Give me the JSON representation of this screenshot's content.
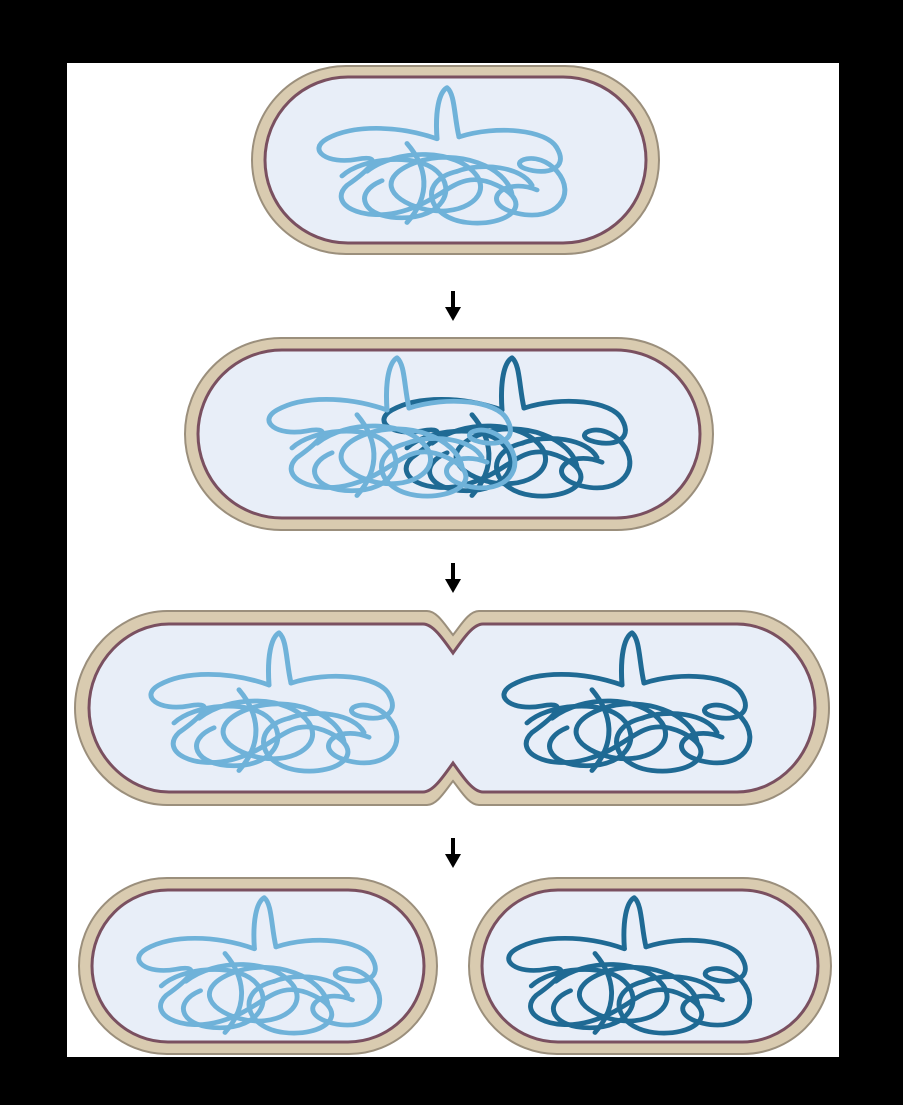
{
  "colors": {
    "frame": "#000000",
    "panel": "#ffffff",
    "cell_wall": "#d9cbb0",
    "cell_membrane": "#7a5060",
    "cytoplasm": "#e8eef8",
    "original_chromosome": "#6fb2d9",
    "new_chromosome": "#1f6a94",
    "arrow": "#000000"
  },
  "stages": [
    {
      "name": "cell-with-chromosome",
      "chromosomes": [
        "original"
      ]
    },
    {
      "name": "chromosome-replication",
      "chromosomes": [
        "original",
        "new"
      ]
    },
    {
      "name": "cell-elongation-septum",
      "chromosomes": [
        "original",
        "new"
      ]
    },
    {
      "name": "two-daughter-cells",
      "chromosomes": [
        "original",
        "new"
      ]
    }
  ],
  "arrows": [
    "down-arrow",
    "down-arrow",
    "down-arrow"
  ]
}
